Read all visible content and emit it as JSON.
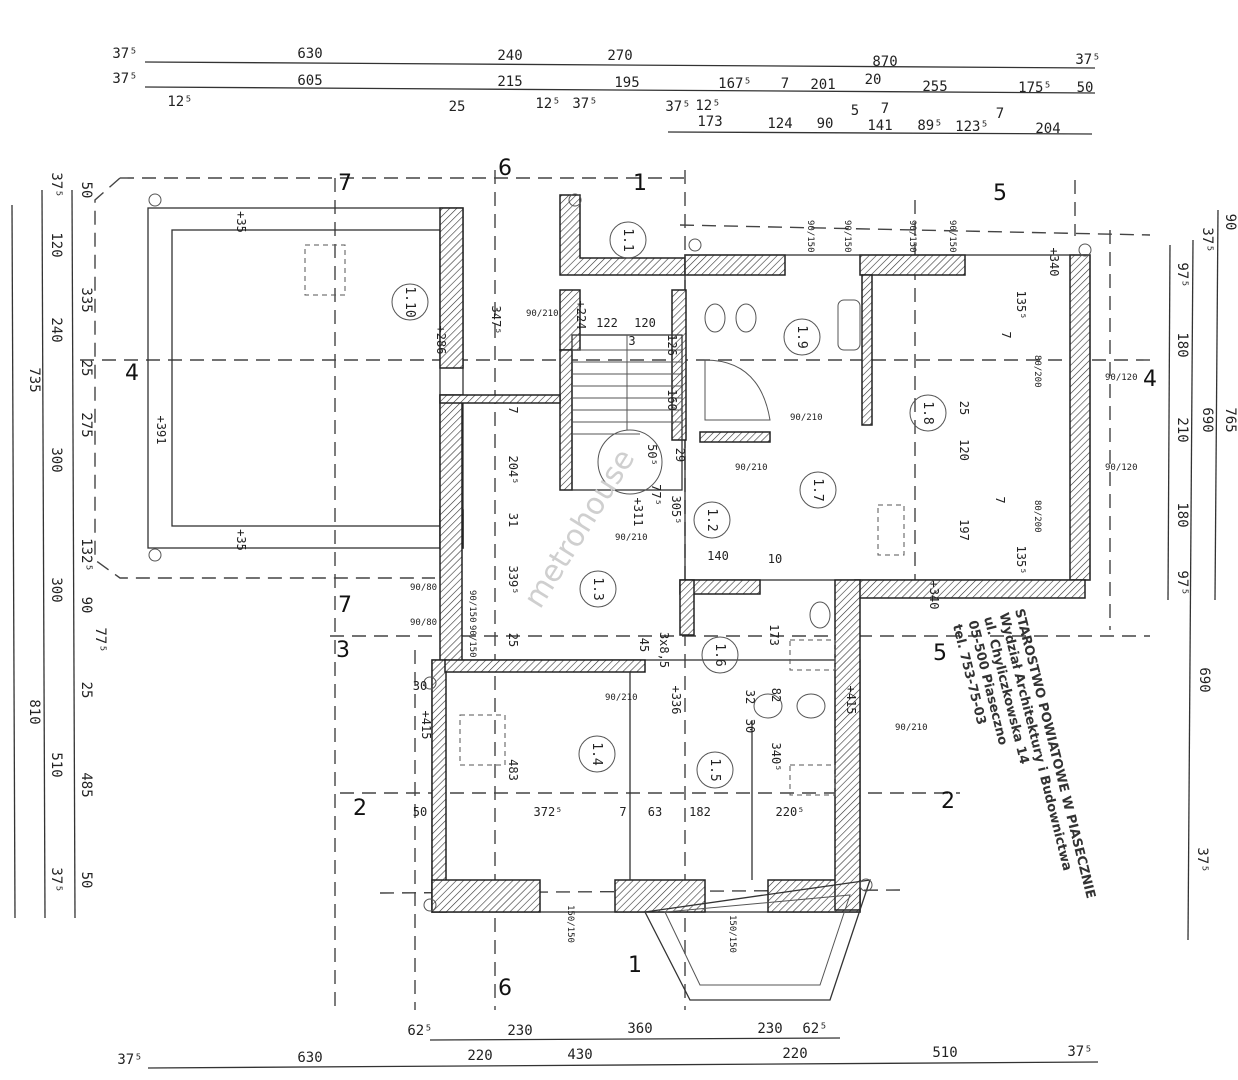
{
  "dimensions": {
    "top_row1": [
      "37⁵",
      "630",
      "240",
      "270",
      "870",
      "37⁵"
    ],
    "top_row2": [
      "37⁵",
      "605",
      "215",
      "195",
      "167⁵",
      "7",
      "201",
      "20",
      "255",
      "175⁵",
      "50"
    ],
    "top_row2_below": [
      "12⁵",
      "25",
      "12⁵",
      "37⁵",
      "37⁵",
      "12⁵",
      "5",
      "7",
      "7"
    ],
    "top_row3": [
      "173",
      "124",
      "90",
      "141",
      "89⁵",
      "123⁵",
      "204"
    ],
    "left_outer": [
      "735",
      "810"
    ],
    "left_middle": [
      "37⁵",
      "120",
      "240",
      "300",
      "300",
      "510",
      "37⁵"
    ],
    "left_inner": [
      "50",
      "335",
      "25",
      "275",
      "132⁵",
      "90",
      "77⁵",
      "25",
      "485",
      "50"
    ],
    "right_inner": [
      "97⁵",
      "180",
      "210",
      "180",
      "97⁵"
    ],
    "right_middle": [
      "37⁵",
      "690",
      "690",
      "37⁵"
    ],
    "right_outer": [
      "90",
      "765"
    ],
    "bottom_row1": [
      "62⁵",
      "230",
      "360",
      "230",
      "62⁵"
    ],
    "bottom_row2": [
      "37⁵",
      "630",
      "220",
      "430",
      "220",
      "510",
      "37⁵"
    ],
    "interior": [
      "+35",
      "+286",
      "+391",
      "+35",
      "347⁵",
      "+224",
      "122",
      "120",
      "3",
      "126",
      "160",
      "7",
      "204⁵",
      "31",
      "339⁵",
      "25",
      "30",
      "483",
      "50",
      "372⁵",
      "7",
      "63",
      "182",
      "220⁵",
      "140",
      "10",
      "305⁵",
      "29",
      "50⁵",
      "77⁵",
      "+311",
      "3x8,5",
      "45",
      "+336",
      "173",
      "82",
      "32",
      "30",
      "340⁵",
      "+415",
      "+415",
      "25",
      "120",
      "197",
      "135⁵",
      "135⁵",
      "7",
      "7",
      "+340",
      "+340"
    ]
  },
  "rooms": [
    "1.1",
    "1.10",
    "1.2",
    "1.3",
    "1.4",
    "1.5",
    "1.6",
    "1.7",
    "1.8",
    "1.9"
  ],
  "section_markers": [
    "7",
    "7",
    "6",
    "6",
    "1",
    "1",
    "5",
    "5",
    "4",
    "4",
    "3",
    "2",
    "2"
  ],
  "openings": [
    "90/210",
    "90/210",
    "90/210",
    "90/210",
    "90/210",
    "90/210",
    "90/150",
    "90/150",
    "90/150",
    "90/150",
    "90/150",
    "90/150",
    "90/120",
    "90/120",
    "90/80",
    "90/80",
    "150/150",
    "150/150",
    "80/200",
    "80/200"
  ],
  "stamp": {
    "lines": [
      "STAROSTWO POWIATOWE W PIASECZNIE",
      "Wydział Architektury i Budownictwa",
      "ul. Chyliczkowska 14",
      "05-500 Piaseczno",
      "tel. 753-75-03"
    ]
  },
  "watermark": "metrohouse"
}
